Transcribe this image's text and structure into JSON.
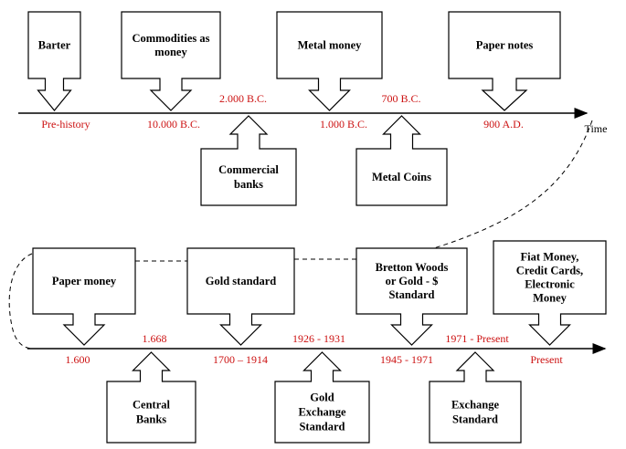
{
  "timeline1": {
    "up_boxes": [
      {
        "id": "barter",
        "lines": [
          "Barter"
        ]
      },
      {
        "id": "commodities",
        "lines": [
          "Commodities as",
          "money"
        ]
      },
      {
        "id": "metal-money",
        "lines": [
          "Metal money"
        ]
      },
      {
        "id": "paper-notes",
        "lines": [
          "Paper notes"
        ]
      }
    ],
    "down_boxes": [
      {
        "id": "commercial-banks",
        "lines": [
          "Commercial",
          "banks"
        ]
      },
      {
        "id": "metal-coins",
        "lines": [
          "Metal Coins"
        ]
      }
    ],
    "below_labels": [
      "Pre-history",
      "10.000 B.C.",
      "1.000 B.C.",
      "900 A.D."
    ],
    "above_labels": [
      "2.000 B.C.",
      "700 B.C."
    ],
    "axis_label": "Time"
  },
  "timeline2": {
    "up_boxes": [
      {
        "id": "paper-money",
        "lines": [
          "Paper money"
        ]
      },
      {
        "id": "gold-standard",
        "lines": [
          "Gold standard"
        ]
      },
      {
        "id": "bretton-woods",
        "lines": [
          "Bretton Woods",
          "or Gold - $",
          "Standard"
        ]
      },
      {
        "id": "fiat-money",
        "lines": [
          "Fiat Money,",
          "Credit Cards,",
          "Electronic",
          "Money"
        ]
      }
    ],
    "down_boxes": [
      {
        "id": "central-banks",
        "lines": [
          "Central",
          "Banks"
        ]
      },
      {
        "id": "gold-exchange-standard",
        "lines": [
          "Gold",
          "Exchange",
          "Standard"
        ]
      },
      {
        "id": "exchange-standard",
        "lines": [
          "Exchange",
          "Standard"
        ]
      }
    ],
    "below_labels": [
      "1.600",
      "1700 – 1914",
      "1945 - 1971",
      "Present"
    ],
    "above_labels": [
      "1.668",
      "1926 - 1931",
      "1971 - Present"
    ]
  },
  "colors": {
    "date_text": "#cc1111",
    "line": "#000000",
    "box_fill": "#ffffff"
  }
}
